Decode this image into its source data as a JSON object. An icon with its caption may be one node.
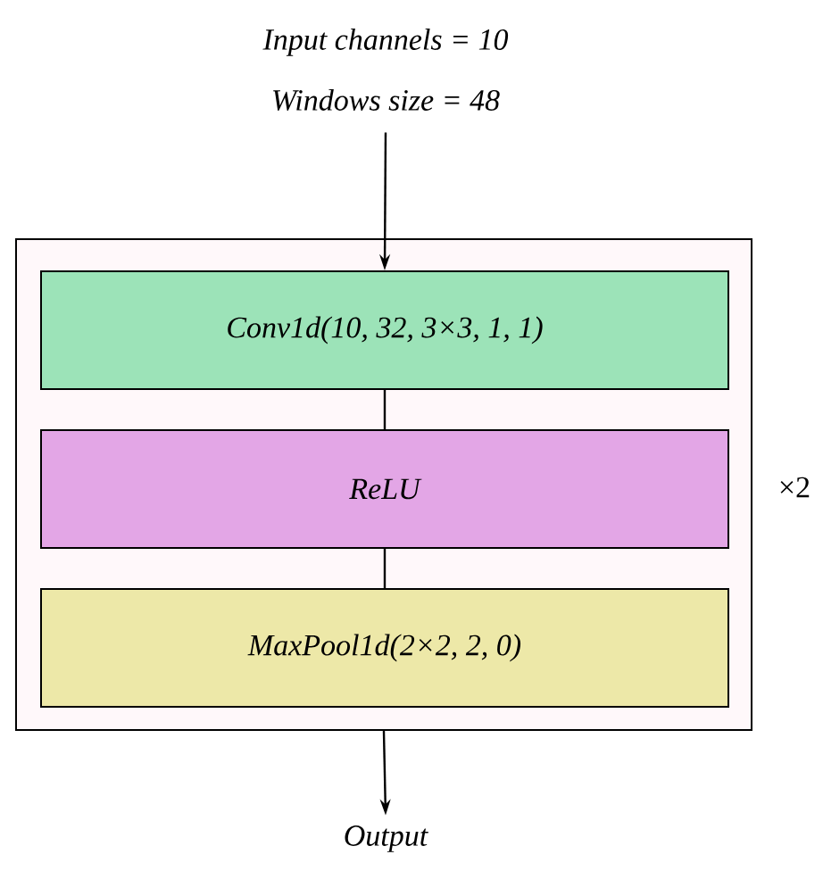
{
  "diagram": {
    "nodes": [
      {
        "text": [
          "Input channels = 10",
          "Windows size = 48"
        ]
      },
      {
        "text": [],
        "shape": "box",
        "beside": [
          "×2"
        ]
      },
      {
        "text": [
          "Conv1d(10, 32, 3×3, 1, 1)"
        ],
        "in": 1
      },
      {
        "text": [
          "ReLU"
        ],
        "in": 1
      },
      {
        "text": [
          "MaxPool1d(2×2, 2, 0)"
        ],
        "in": 1
      },
      {
        "text": [
          "Output"
        ]
      }
    ],
    "edges": [
      {
        "from": 0,
        "to": 2,
        "arrow": "to"
      },
      {
        "from": 2,
        "to": 3,
        "arrow": "none"
      },
      {
        "from": 3,
        "to": 4,
        "arrow": "none"
      },
      {
        "from": 1,
        "to": 5,
        "arrow": "to"
      }
    ]
  }
}
